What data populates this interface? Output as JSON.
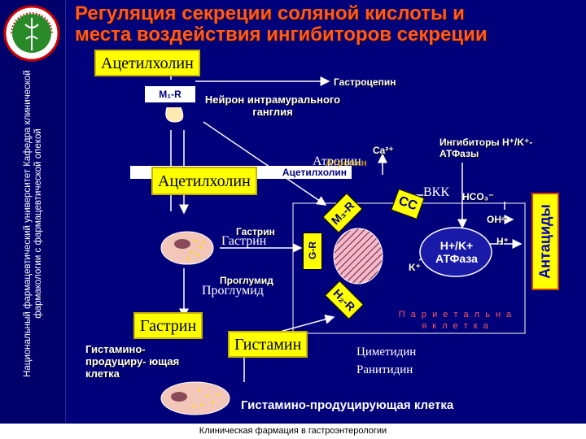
{
  "title_line1": "Регуляция секреции соляной кислоты и",
  "title_line2": "места воздействия ингибиторов секреции",
  "sidebar_text": "Национальный фармацевтический университет Кафедра клинической фармакологии с фармацевтической опекой",
  "footer": "Клиническая фармация в гастроэнтерологии",
  "labels": {
    "acetylcholine_top": "Ацетилхолин",
    "acetylcholine_mid": "Ацетилхолин",
    "acetylcholine_white": "Ацетилхолин",
    "m1r": "M₁-R",
    "gastrocepin": "Гастроцепин",
    "neuron": "Нейрон интрамурального ганглия",
    "atropine_y": "Атропин",
    "atropine_w": "Атропин",
    "ca": "Ca²⁺",
    "inhibitors": "Ингибиторы H⁺/K⁺- АТФазы",
    "vkk": "ВКК",
    "cc": "CC",
    "hco3": "HCO₃⁻",
    "oh": "OH⁻",
    "h_plus": "H⁺",
    "k_plus": "K⁺",
    "m3r": "M₃-R",
    "gr": "G-R",
    "h2r": "H₂-R",
    "gastrin_bold": "Гастрин",
    "gastrin_serif": "Гастрин",
    "proglumid_bold": "Проглумид",
    "proglumid_serif": "Проглумид",
    "atpase": "H+/K+ АТФаза",
    "antacids": "Антациды",
    "parietal": "П а р и е т а л ь н а я к л е т к а",
    "gastrin_box": "Гастрин",
    "histamine_box": "Гистамин",
    "histamine_producing_left": "Гистамино- продуциру- ющая клетка",
    "cimetidine": "Циметидин",
    "ranitidine": "Ранитидин",
    "histamine_cell_bottom": "Гистамино-продуцирующая клетка"
  },
  "colors": {
    "background": "#00007a",
    "title": "#ff5a1a",
    "highlight": "#ffff00"
  }
}
